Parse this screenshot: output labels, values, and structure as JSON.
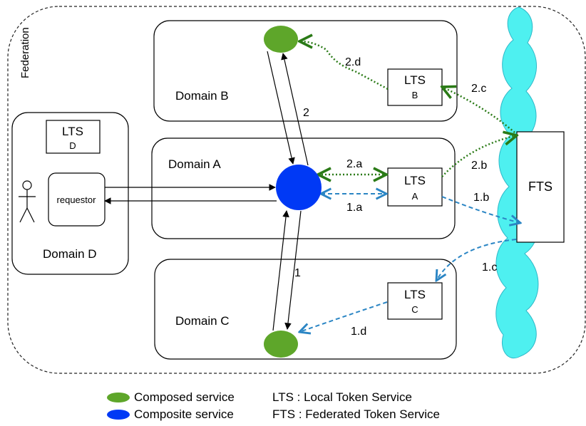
{
  "federation_label": "Federation",
  "domains": {
    "a": "Domain A",
    "b": "Domain B",
    "c": "Domain C",
    "d": "Domain D"
  },
  "lts_boxes": {
    "a": {
      "title": "LTS",
      "sub": "A"
    },
    "b": {
      "title": "LTS",
      "sub": "B"
    },
    "c": {
      "title": "LTS",
      "sub": "C"
    },
    "d": {
      "title": "LTS",
      "sub": "D"
    }
  },
  "fts_label": "FTS",
  "requestor_label": "requestor",
  "edge_labels": {
    "e1": "1",
    "e1a": "1.a",
    "e1b": "1.b",
    "e1c": "1.c",
    "e1d": "1.d",
    "e2": "2",
    "e2a": "2.a",
    "e2b": "2.b",
    "e2c": "2.c",
    "e2d": "2.d"
  },
  "legend": {
    "composed": "Composed service",
    "composite": "Composite service",
    "lts_abbr": "LTS :  Local Token Service",
    "fts_abbr": "FTS :  Federated Token Service"
  },
  "colors": {
    "composed_service": "#5ea62a",
    "composite_service": "#0039f5",
    "cloud": "#4ef0f0",
    "flow_1_dashed": "#2a85c4",
    "flow_2_dotted": "#2a7a16"
  }
}
